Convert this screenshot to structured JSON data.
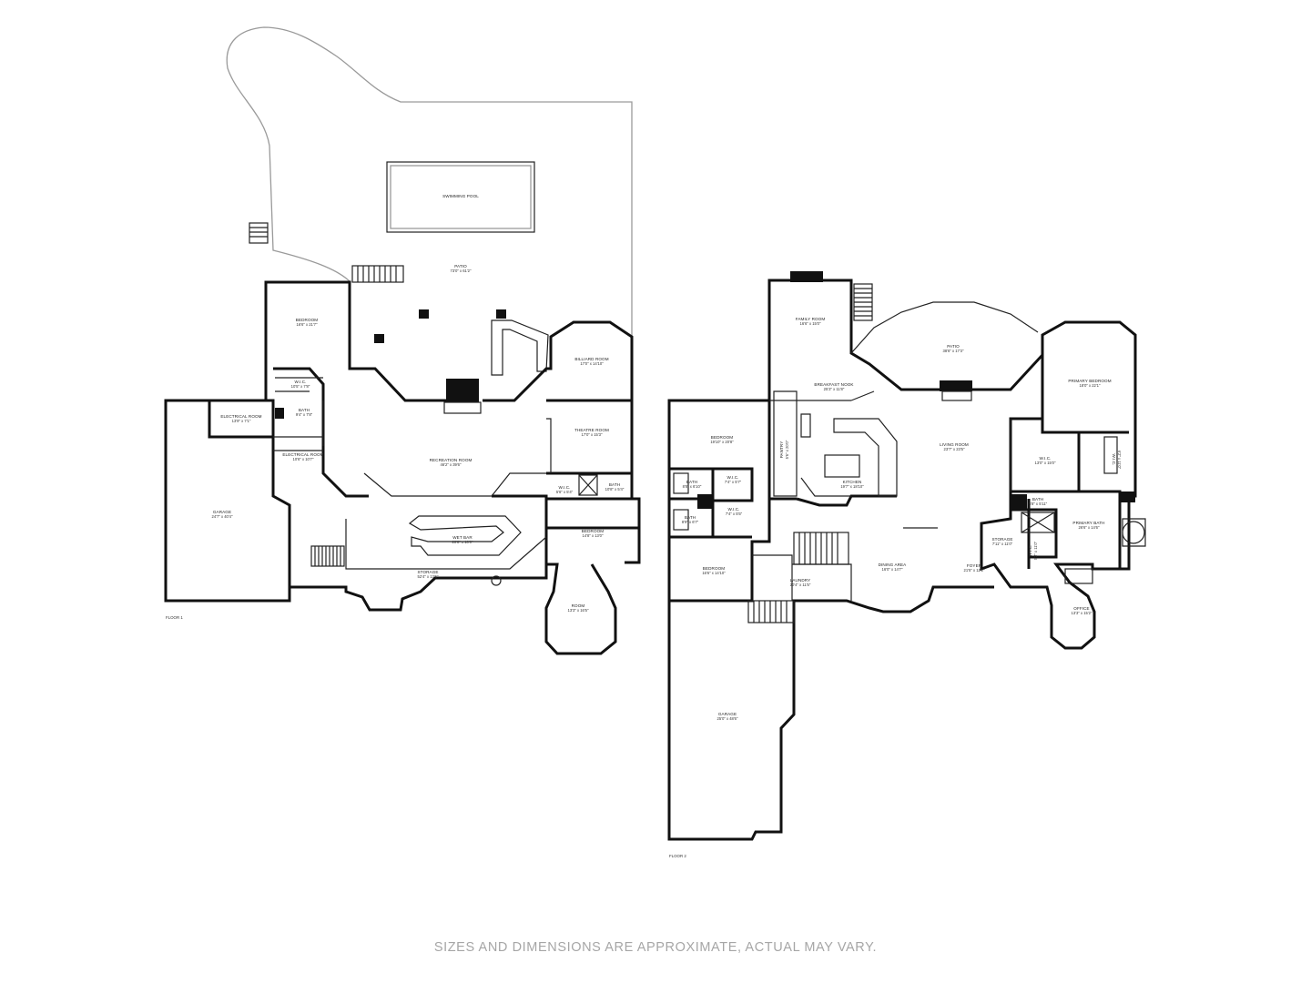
{
  "floors": [
    {
      "label": "FLOOR 1",
      "rooms": [
        {
          "name": "SWIMMING POOL",
          "dims": ""
        },
        {
          "name": "PATIO",
          "dims": "73'0\" x 61'2\""
        },
        {
          "name": "BEDROOM",
          "dims": "16'6\" x 21'7\""
        },
        {
          "name": "W.I.C.",
          "dims": "10'5\" x 7'8\""
        },
        {
          "name": "BATH",
          "dims": "9'4\" x 7'8\""
        },
        {
          "name": "ELECTRICAL ROOM",
          "dims": "13'9\" x 7'1\""
        },
        {
          "name": "ELECTRICAL ROOM",
          "dims": "10'6\" x 10'7\""
        },
        {
          "name": "GARAGE",
          "dims": "24'7\" x 40'4\""
        },
        {
          "name": "BILLIARD ROOM",
          "dims": "17'0\" x 14'10\""
        },
        {
          "name": "THEATRE ROOM",
          "dims": "17'0\" x 15'3\""
        },
        {
          "name": "RECREATION ROOM",
          "dims": "46'2\" x 39'6\""
        },
        {
          "name": "W.I.C.",
          "dims": "5'6\" x 5'4\""
        },
        {
          "name": "BATH",
          "dims": "10'8\" x 5'4\""
        },
        {
          "name": "WET BAR",
          "dims": "20'8\" x 10'0\""
        },
        {
          "name": "BEDROOM",
          "dims": "14'8\" x 13'0\""
        },
        {
          "name": "STORAGE",
          "dims": "52'4\" x 13'6\""
        },
        {
          "name": "ROOM",
          "dims": "13'3\" x 16'5\""
        }
      ]
    },
    {
      "label": "FLOOR 2",
      "rooms": [
        {
          "name": "FAMILY ROOM",
          "dims": "16'6\" x 15'0\""
        },
        {
          "name": "PATIO",
          "dims": "38'6\" x 17'3\""
        },
        {
          "name": "BREAKFAST NOOK",
          "dims": "25'3\" x 11'8\""
        },
        {
          "name": "PRIMARY BEDROOM",
          "dims": "18'0\" x 22'1\""
        },
        {
          "name": "BEDROOM",
          "dims": "19'10\" x 20'8\""
        },
        {
          "name": "PANTRY",
          "dims": "5'6\" x 20'0\""
        },
        {
          "name": "LIVING ROOM",
          "dims": "23'7\" x 23'5\""
        },
        {
          "name": "W.I.C.",
          "dims": "13'0\" x 15'0\""
        },
        {
          "name": "W.I.C.",
          "dims": "6'2\" x 11'0\""
        },
        {
          "name": "BATH",
          "dims": "8'8\" x 6'10\""
        },
        {
          "name": "W.I.C.",
          "dims": "7'4\" x 5'7\""
        },
        {
          "name": "KITCHEN",
          "dims": "19'7\" x 18'10\""
        },
        {
          "name": "BATH",
          "dims": "6'8\" x 5'11\""
        },
        {
          "name": "W.I.C.",
          "dims": "7'4\" x 5'5\""
        },
        {
          "name": "BATH",
          "dims": "8'9\" x 6'7\""
        },
        {
          "name": "PRIMARY BATH",
          "dims": "26'6\" x 14'6\""
        },
        {
          "name": "STORAGE",
          "dims": "7'11\" x 11'0\""
        },
        {
          "name": "W.I.C.",
          "dims": "5'2\" x 11'0\""
        },
        {
          "name": "BEDROOM",
          "dims": "16'6\" x 14'10\""
        },
        {
          "name": "DINING AREA",
          "dims": "16'0\" x 14'7\""
        },
        {
          "name": "FOYER",
          "dims": "21'5\" x 12'2\""
        },
        {
          "name": "LAUNDRY",
          "dims": "20'4\" x 11'5\""
        },
        {
          "name": "OFFICE",
          "dims": "13'3\" x 15'2\""
        },
        {
          "name": "GARAGE",
          "dims": "25'0\" x 48'6\""
        }
      ]
    }
  ],
  "disclaimer": "SIZES AND DIMENSIONS ARE APPROXIMATE, ACTUAL MAY VARY."
}
